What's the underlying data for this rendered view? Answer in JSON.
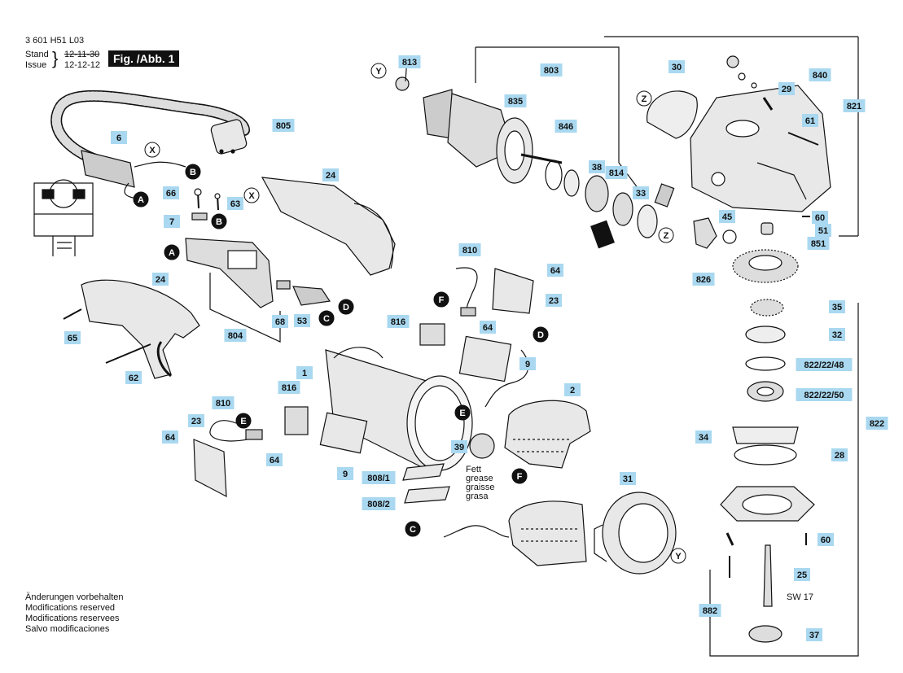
{
  "header": {
    "part_number": "3 601 H51 L03",
    "stand_label": "Stand",
    "issue_label": "Issue",
    "old_date": "12-11-30",
    "new_date": "12-12-12",
    "fig_label": "Fig. /Abb. 1"
  },
  "footer_notes": [
    "Änderungen vorbehalten",
    "Modifications reserved",
    "Modifications reservees",
    "Salvo modificaciones"
  ],
  "grease_note": [
    "Fett",
    "grease",
    "graisse",
    "grasa"
  ],
  "wrench_size": "SW 17",
  "part_labels": [
    "813",
    "803",
    "30",
    "840",
    "29",
    "821",
    "835",
    "846",
    "38",
    "814",
    "33",
    "61",
    "60",
    "51",
    "851",
    "45",
    "826",
    "35",
    "32",
    "822/22/48",
    "822/22/50",
    "822",
    "34",
    "28",
    "60",
    "25",
    "882",
    "37",
    "805",
    "6",
    "24",
    "66",
    "63",
    "7",
    "68",
    "53",
    "804",
    "24",
    "65",
    "62",
    "810",
    "64",
    "23",
    "816",
    "64",
    "9",
    "1",
    "2",
    "816",
    "810",
    "23",
    "64",
    "64",
    "39",
    "9",
    "808/1",
    "808/2",
    "31"
  ],
  "callout_letters": [
    "Y",
    "Z",
    "Z",
    "Y",
    "X",
    "X",
    "A",
    "A",
    "B",
    "B",
    "C",
    "C",
    "D",
    "D",
    "E",
    "E",
    "F",
    "F"
  ],
  "colors": {
    "label_bg": "#a9d8f0",
    "ink": "#111111",
    "part_fill": "#e8e8e8",
    "marker_fill": "#111111"
  }
}
